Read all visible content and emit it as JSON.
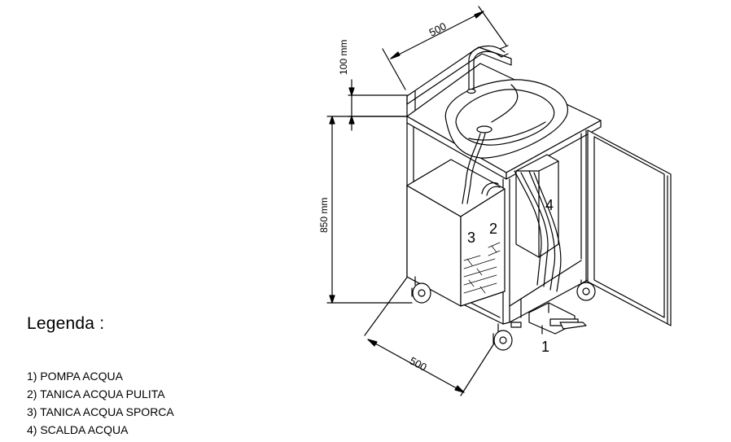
{
  "legend": {
    "title": "Legenda :",
    "items": [
      "1) POMPA ACQUA",
      "2) TANICA ACQUA PULITA",
      "3) TANICA ACQUA SPORCA",
      "4) SCALDA ACQUA"
    ]
  },
  "dimensions": {
    "width_top": "500",
    "splash_height": "100 mm",
    "total_height": "850 mm",
    "depth_bottom": "500"
  },
  "callouts": {
    "pump": "1",
    "clean_tank": "2",
    "dirty_tank": "3",
    "heater": "4"
  }
}
